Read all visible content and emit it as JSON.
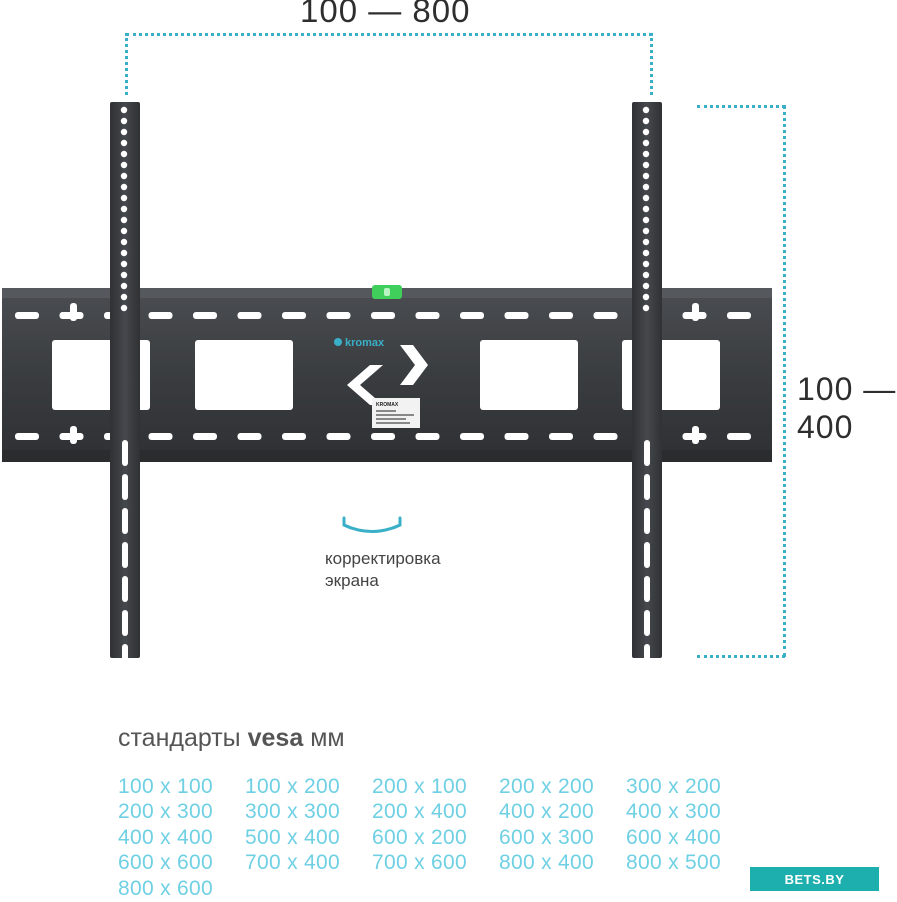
{
  "dimensions": {
    "width_range": "100 — 800",
    "height_range_line1": "100 —",
    "height_range_line2": "400"
  },
  "bracket": {
    "logo_text": "kromax",
    "label_text": "KROMAX"
  },
  "tilt": {
    "caption_line1": "корректировка",
    "caption_line2": "экрана"
  },
  "vesa": {
    "heading_prefix": "стандарты",
    "heading_bold": "vesa",
    "heading_suffix": "мм",
    "sizes": [
      "100 x 100",
      "100 x 200",
      "200 x 100",
      "200 x 200",
      "300 x 200",
      "200 x 300",
      "300 x 300",
      "200 x 400",
      "400 x 200",
      "400 x 300",
      "400 x 400",
      "500 x 400",
      "600 x 200",
      "600 x 300",
      "600 x 400",
      "600 x 600",
      "700 x 400",
      "700 x 600",
      "800 x 400",
      "800 x 500",
      "800 x 600"
    ]
  },
  "badge": {
    "text": "BETS.BY"
  },
  "colors": {
    "accent": "#3ab0c8",
    "vesa_text": "#6fd0e4",
    "bracket": "#3a3d40",
    "badge": "#1dafad",
    "level": "#3fcf5a"
  }
}
